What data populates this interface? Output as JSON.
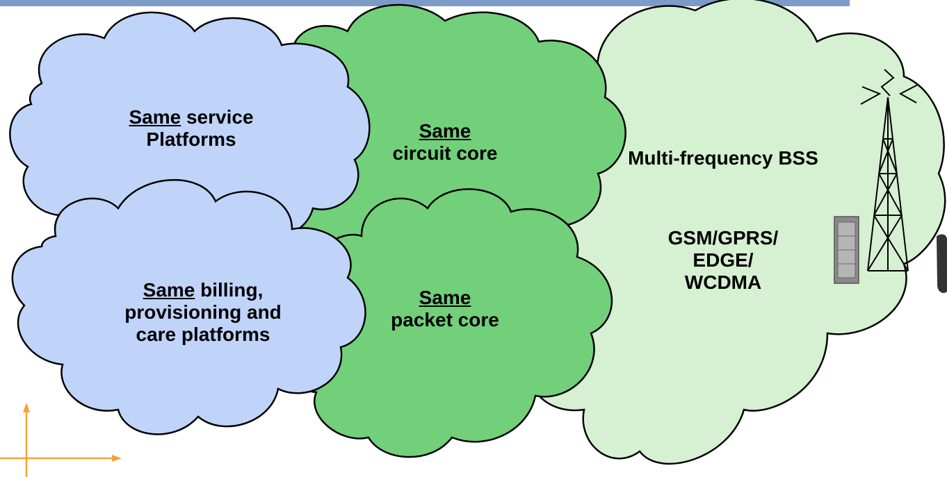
{
  "colors": {
    "top_bar": "#7c9bc8",
    "blue_cloud": "#c0d4fa",
    "green_cloud": "#72d07a",
    "light_green_cloud": "#d6f0d2",
    "outline": "#000000",
    "axes": "#f5a23a",
    "cabinet": "#8a8a8a"
  },
  "clouds": {
    "service_platforms": {
      "underlined": "Same",
      "line1_rest": " service",
      "line2": "Platforms"
    },
    "circuit_core": {
      "underlined": "Same",
      "line2": "circuit core"
    },
    "billing_platforms": {
      "underlined": "Same",
      "line1_rest": " billing,",
      "line2": "provisioning and",
      "line3": "care platforms"
    },
    "packet_core": {
      "underlined": "Same",
      "line2": "packet core"
    },
    "bss": {
      "title": "Multi-frequency BSS",
      "tech1": "GSM/GPRS/",
      "tech2": "EDGE/",
      "tech3": "WCDMA"
    }
  },
  "icons": [
    "radio-tower-icon",
    "base-station-cabinet-icon",
    "axes-arrows-icon"
  ]
}
